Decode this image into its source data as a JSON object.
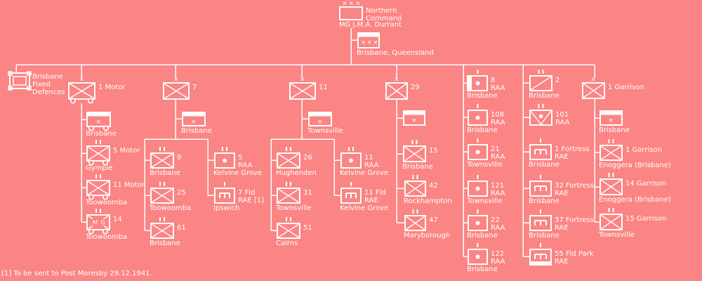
{
  "meta": {
    "background_color": "#fb8484",
    "symbol_color": "#ffffff",
    "text_color": "#ffffff"
  },
  "root": {
    "echelon": "xxx",
    "title_lines": [
      "Northern",
      "Command"
    ],
    "commander": "MG J.M.A. Durrant",
    "hq_unit": {
      "id": "nchq",
      "symbol": "hq",
      "mark": "×××",
      "location": "Brisbane, Queensland"
    }
  },
  "fixed_defences": {
    "id": "fixed",
    "symbol": "fort",
    "label_lines": [
      "Brisbane",
      "Fixed",
      "Defences"
    ]
  },
  "footnote": "[1] To be sent to Post Moresby 29.12.1941.",
  "units": [
    {
      "id": "b1",
      "designation": [
        "1 Motor"
      ],
      "symbol": "inf",
      "echelon": "x",
      "motorized": true,
      "location": null
    },
    {
      "id": "b1hq",
      "designation": [],
      "symbol": "hq",
      "echelon": null,
      "motorized": true,
      "location": "Brisbane"
    },
    {
      "id": "b1u1",
      "designation": [
        "5 Motor"
      ],
      "symbol": "inf",
      "echelon": "ii",
      "motorized": true,
      "location": "Gympie"
    },
    {
      "id": "b1u2",
      "designation": [
        "11 Motor"
      ],
      "symbol": "inf",
      "echelon": "ii",
      "motorized": true,
      "location": "Toowoomba"
    },
    {
      "id": "b1u3",
      "designation": [
        "14"
      ],
      "symbol": "mg",
      "echelon": "ii",
      "motorized": true,
      "location": "Toowoomba",
      "inner_text": "M G"
    },
    {
      "id": "b2",
      "designation": [
        "7"
      ],
      "symbol": "inf",
      "echelon": "x",
      "motorized": false,
      "location": null
    },
    {
      "id": "b2hq",
      "designation": [],
      "symbol": "hq",
      "echelon": null,
      "motorized": false,
      "location": "Brisbane"
    },
    {
      "id": "b2u1",
      "designation": [
        "9"
      ],
      "symbol": "inf",
      "echelon": "ii",
      "motorized": false,
      "location": "Brisbane"
    },
    {
      "id": "b2u2",
      "designation": [
        "25"
      ],
      "symbol": "inf",
      "echelon": "ii",
      "motorized": false,
      "location": "Toowoomba"
    },
    {
      "id": "b2u3",
      "designation": [
        "61"
      ],
      "symbol": "inf",
      "echelon": "ii",
      "motorized": false,
      "location": "Brisbane"
    },
    {
      "id": "b2a1",
      "designation": [
        "5",
        "RAA"
      ],
      "symbol": "arty",
      "echelon": "ii",
      "motorized": false,
      "location": "Kelvine Grove"
    },
    {
      "id": "b2e1",
      "designation": [
        "7 Fld",
        "RAE [1]"
      ],
      "symbol": "eng",
      "echelon": "i",
      "motorized": false,
      "location": "Ipswich"
    },
    {
      "id": "b3",
      "designation": [
        "11"
      ],
      "symbol": "inf",
      "echelon": "x",
      "motorized": false,
      "location": null
    },
    {
      "id": "b3hq",
      "designation": [],
      "symbol": "hq",
      "echelon": null,
      "motorized": false,
      "location": "Townsville"
    },
    {
      "id": "b3u1",
      "designation": [
        "26"
      ],
      "symbol": "inf",
      "echelon": "ii",
      "motorized": false,
      "location": "Hughenden"
    },
    {
      "id": "b3u2",
      "designation": [
        "31"
      ],
      "symbol": "inf",
      "echelon": "ii",
      "motorized": false,
      "location": "Townsville"
    },
    {
      "id": "b3u3",
      "designation": [
        "51"
      ],
      "symbol": "inf",
      "echelon": "ii",
      "motorized": false,
      "location": "Cairns"
    },
    {
      "id": "b3a1",
      "designation": [
        "11",
        "RAA"
      ],
      "symbol": "arty",
      "echelon": "ii",
      "motorized": false,
      "location": "Kelvine Grove"
    },
    {
      "id": "b3e1",
      "designation": [
        "11 Fld",
        "RAE"
      ],
      "symbol": "eng",
      "echelon": "i",
      "motorized": false,
      "location": "Kelvine Grove"
    },
    {
      "id": "b4",
      "designation": [
        "29"
      ],
      "symbol": "inf",
      "echelon": "x",
      "motorized": false,
      "location": null
    },
    {
      "id": "b4hq",
      "designation": [],
      "symbol": "hq",
      "echelon": null,
      "motorized": false,
      "location": null
    },
    {
      "id": "b4u1",
      "designation": [
        "15"
      ],
      "symbol": "inf",
      "echelon": "ii",
      "motorized": false,
      "location": "Brisbane"
    },
    {
      "id": "b4u2",
      "designation": [
        "42"
      ],
      "symbol": "inf",
      "echelon": "ii",
      "motorized": false,
      "location": "Rockhampton"
    },
    {
      "id": "b4u3",
      "designation": [
        "47"
      ],
      "symbol": "inf",
      "echelon": "ii",
      "motorized": false,
      "location": "Maryborough"
    },
    {
      "id": "c1u1",
      "designation": [
        "8",
        "RAA"
      ],
      "symbol": "arty",
      "echelon": "i",
      "motorized": false,
      "location": "Brisbane",
      "modifier": "left-bar"
    },
    {
      "id": "c1u2",
      "designation": [
        "108",
        "RAA"
      ],
      "symbol": "arty",
      "echelon": "i",
      "motorized": false,
      "location": "Brisbane"
    },
    {
      "id": "c1u3",
      "designation": [
        "21",
        "RAA"
      ],
      "symbol": "arty",
      "echelon": "i",
      "motorized": false,
      "location": "Townsville"
    },
    {
      "id": "c1u4",
      "designation": [
        "121",
        "RAA"
      ],
      "symbol": "arty",
      "echelon": "i",
      "motorized": false,
      "location": "Townsville"
    },
    {
      "id": "c1u5",
      "designation": [
        "22",
        "RAA"
      ],
      "symbol": "arty",
      "echelon": "i",
      "motorized": false,
      "location": "Brisbane"
    },
    {
      "id": "c1u6",
      "designation": [
        "122",
        "RAA"
      ],
      "symbol": "arty",
      "echelon": "i",
      "motorized": false,
      "location": "Brisbane"
    },
    {
      "id": "c2u1",
      "designation": [
        "2"
      ],
      "symbol": "recon",
      "echelon": "ii",
      "motorized": false,
      "location": "Brisbane"
    },
    {
      "id": "c2u2",
      "designation": [
        "101",
        "RAA"
      ],
      "symbol": "aa",
      "echelon": "ii",
      "motorized": false,
      "location": null
    },
    {
      "id": "c2u3",
      "designation": [
        "1 Fortress",
        "RAE"
      ],
      "symbol": "eng",
      "echelon": "i",
      "motorized": false,
      "location": "Brisbane"
    },
    {
      "id": "c2u4",
      "designation": [
        "32 Fortress",
        "RAE"
      ],
      "symbol": "eng",
      "echelon": "i",
      "motorized": false,
      "location": "Brisbane"
    },
    {
      "id": "c2u5",
      "designation": [
        "37 Fortress",
        "RAE"
      ],
      "symbol": "eng",
      "echelon": "i",
      "motorized": false,
      "location": "Brisbane"
    },
    {
      "id": "c2u6",
      "designation": [
        "55 Fld Park",
        "RAE"
      ],
      "symbol": "eng",
      "echelon": "i",
      "motorized": false,
      "location": null,
      "modifier": "bottom-bar"
    },
    {
      "id": "b5",
      "designation": [
        "1 Garrison"
      ],
      "symbol": "inf",
      "echelon": "x",
      "motorized": false,
      "location": null
    },
    {
      "id": "b5hq",
      "designation": [],
      "symbol": "hq",
      "echelon": null,
      "motorized": false,
      "location": "Brisbane"
    },
    {
      "id": "b5u1",
      "designation": [
        "1 Garrison"
      ],
      "symbol": "inf",
      "echelon": "ii",
      "motorized": false,
      "location": "Enoggera (Brisbane)"
    },
    {
      "id": "b5u2",
      "designation": [
        "14 Garrison"
      ],
      "symbol": "inf",
      "echelon": "ii",
      "motorized": false,
      "location": "Enoggera (Brisbane)"
    },
    {
      "id": "b5u3",
      "designation": [
        "15 Garrison"
      ],
      "symbol": "inf",
      "echelon": "ii",
      "motorized": false,
      "location": "Townsville"
    }
  ]
}
